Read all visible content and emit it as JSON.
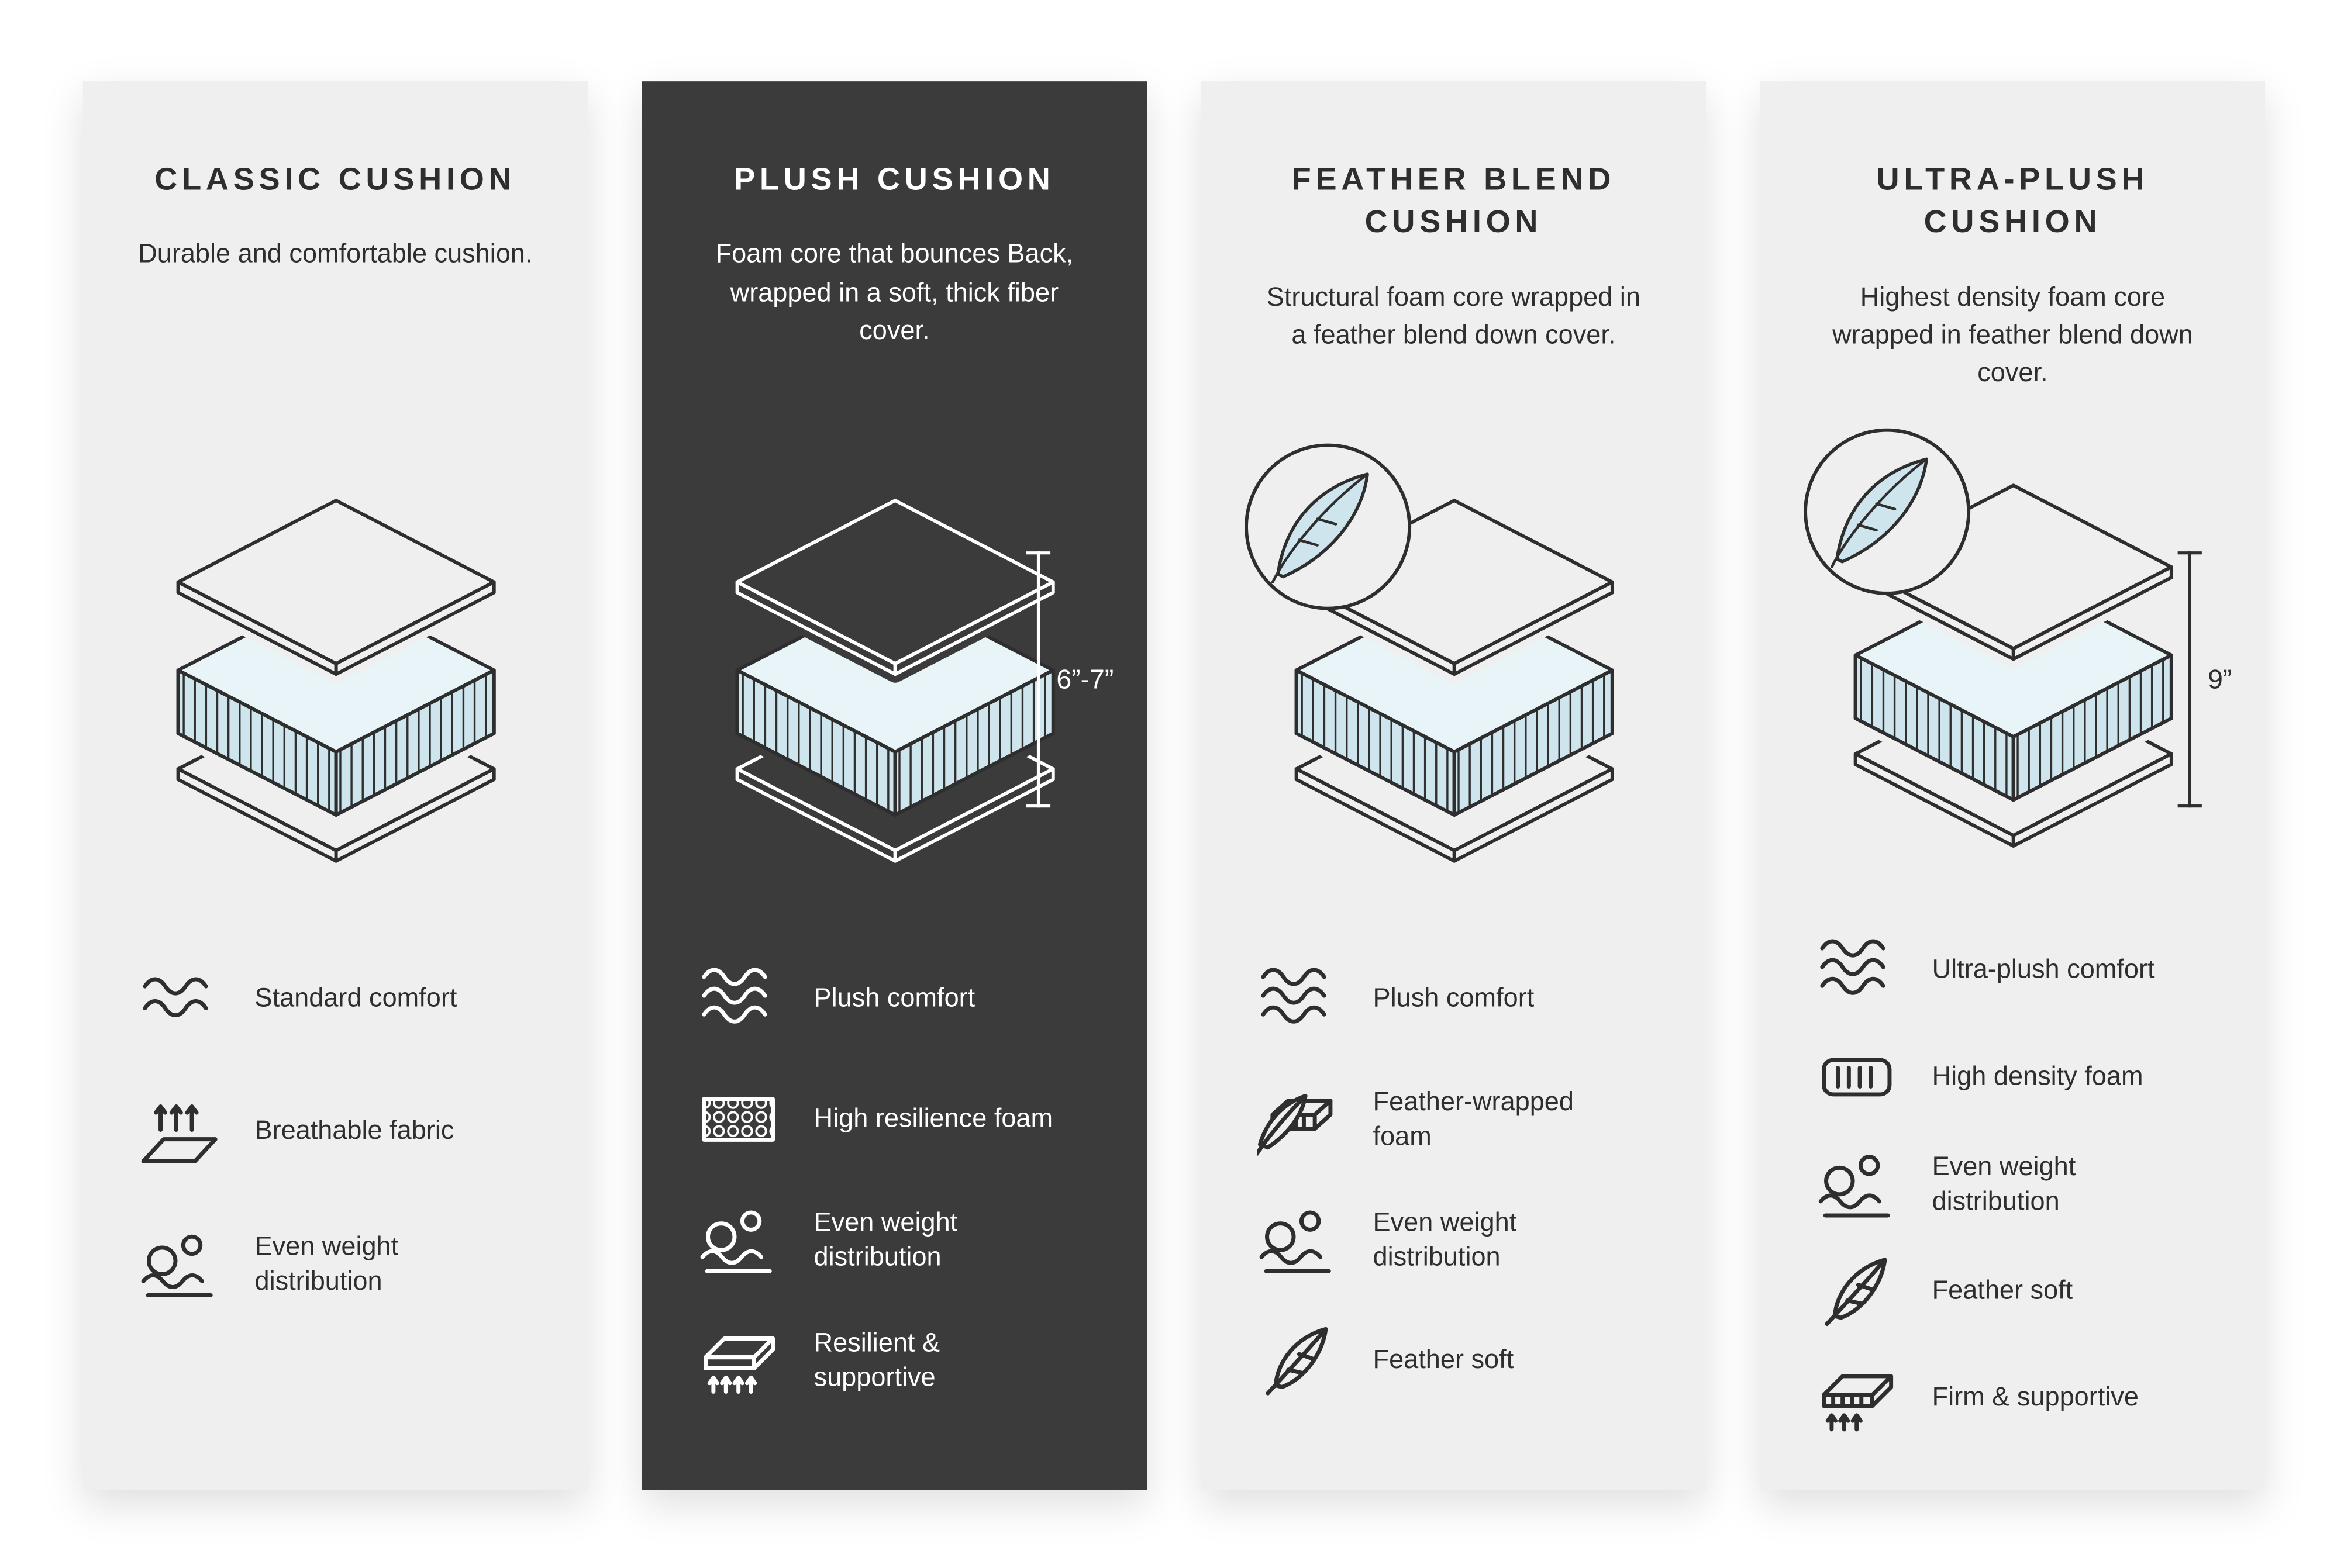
{
  "page": {
    "bg": "#ffffff"
  },
  "colors": {
    "light_card": "#efefef",
    "dark_card": "#3b3b3b",
    "ink": "#2e2e2e",
    "foam": "#cfe5ee",
    "foam_top": "#e9f4f9"
  },
  "cards": [
    {
      "title": "CLASSIC CUSHION",
      "description": "Durable and comfortable cushion.",
      "features": [
        {
          "icon": "waves-icon",
          "label": "Standard comfort"
        },
        {
          "icon": "breathable-icon",
          "label": "Breathable fabric"
        },
        {
          "icon": "even-weight-icon",
          "label": "Even weight distribution"
        }
      ]
    },
    {
      "title": "PLUSH CUSHION",
      "description": "Foam core that bounces Back, wrapped in a soft, thick fiber cover.",
      "measure": "6”-7”",
      "features": [
        {
          "icon": "waves-icon",
          "label": "Plush comfort"
        },
        {
          "icon": "honeycomb-foam-icon",
          "label": "High resilience foam"
        },
        {
          "icon": "even-weight-icon",
          "label": "Even weight distribution"
        },
        {
          "icon": "mattress-arrows-icon",
          "label": "Resilient & supportive"
        }
      ]
    },
    {
      "title": "FEATHER BLEND CUSHION",
      "description": "Structural foam core wrapped in a feather blend down cover.",
      "features": [
        {
          "icon": "waves-icon",
          "label": "Plush comfort"
        },
        {
          "icon": "feather-foam-icon",
          "label": "Feather-wrapped foam"
        },
        {
          "icon": "even-weight-icon",
          "label": "Even weight distribution"
        },
        {
          "icon": "feather-icon",
          "label": "Feather soft"
        }
      ]
    },
    {
      "title": "ULTRA-PLUSH CUSHION",
      "description": "Highest density foam core wrapped in feather blend down cover.",
      "measure": "9”",
      "features": [
        {
          "icon": "waves-icon",
          "label": "Ultra-plush comfort"
        },
        {
          "icon": "density-foam-icon",
          "label": "High density foam"
        },
        {
          "icon": "even-weight-icon",
          "label": "Even weight distribution"
        },
        {
          "icon": "feather-icon",
          "label": "Feather soft"
        },
        {
          "icon": "mattress-arrows-icon",
          "label": "Firm & supportive"
        }
      ]
    }
  ]
}
